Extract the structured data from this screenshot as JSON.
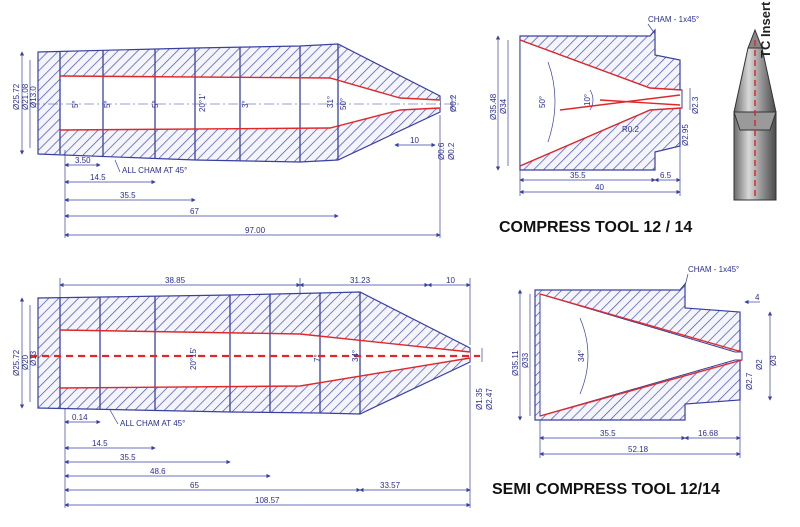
{
  "titles": {
    "compress": "COMPRESS TOOL 12 / 14",
    "semi": "SEMI COMPRESS TOOL 12/14",
    "insert": "TC Insert"
  },
  "top_left": {
    "d1": "Ø25.72",
    "d2": "Ø21.08",
    "d3": "Ø13.0",
    "steps": [
      "5°",
      "5°",
      "5°",
      "20°1'",
      "3°"
    ],
    "a31": "31°",
    "a50": "50°",
    "tip_d1": "Ø0.2",
    "tip_d2": "Ø0.6",
    "len10": "10",
    "chamfer": "ALL CHAM AT 45°",
    "l1": "3.50",
    "l2": "14.5",
    "l3": "35.5",
    "l4": "67",
    "total": "97.00"
  },
  "top_right": {
    "cham": "CHAM - 1x45°",
    "d_out": "Ø35.48",
    "d_in": "Ø34",
    "a50": "50°",
    "a10": "10°",
    "r": "R0.2",
    "d2": "Ø2.95",
    "d3": "Ø2.3",
    "l1": "35.5",
    "l2": "6.5",
    "total": "40"
  },
  "bottom_left": {
    "l_top1": "38.85",
    "l_top2": "31.23",
    "l_top3": "10",
    "d1": "Ø25.72",
    "d2": "Ø20",
    "d3": "Ø13",
    "angle": "20°15'",
    "a7": "7°",
    "a34": "34°",
    "tip_d1": "Ø1.35",
    "tip_d2": "Ø2.47",
    "chamfer": "ALL CHAM AT 45°",
    "l0": "0.14",
    "l1": "14.5",
    "l2": "35.5",
    "l3": "48.6",
    "l4": "65",
    "l5": "33.57",
    "total": "108.57"
  },
  "bottom_right": {
    "cham": "CHAM - 1x45°",
    "d_out": "Ø35.11",
    "d_in": "Ø33",
    "angle": "34°",
    "tip": "4",
    "d2": "Ø2.7",
    "d3": "Ø2",
    "d4": "Ø3",
    "l1": "35.5",
    "l2": "16.68",
    "total": "52.18"
  }
}
